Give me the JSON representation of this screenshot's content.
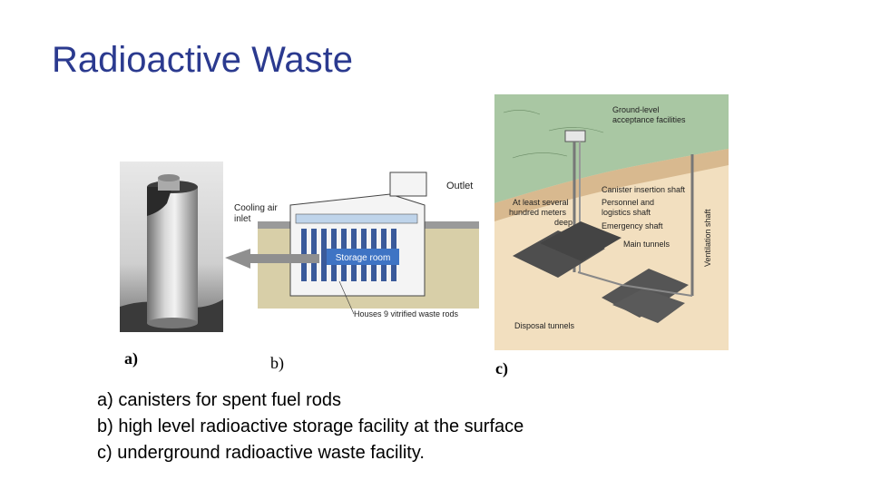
{
  "slide": {
    "title": "Radioactive Waste"
  },
  "figures": {
    "a": {
      "letter": "a)"
    },
    "b": {
      "letter": "b)",
      "labels": {
        "outlet": "Outlet",
        "cooling_air": "Cooling air",
        "inlet": "inlet",
        "storage_room": "Storage room",
        "houses": "Houses 9 vitrified waste rods"
      }
    },
    "c": {
      "letter": "c)",
      "labels": {
        "ground_level": "Ground-level",
        "acceptance": "acceptance facilities",
        "at_least": "At least several",
        "hundred_meters": "hundred meters",
        "deep": "deep",
        "canister_shaft": "Canister insertion shaft",
        "personnel": "Personnel and",
        "logistics": "logistics shaft",
        "emergency": "Emergency shaft",
        "main_tunnels": "Main tunnels",
        "ventilation": "Ventilation shaft",
        "disposal": "Disposal tunnels"
      }
    }
  },
  "captions": [
    "a) canisters for spent fuel rods",
    "b) high level radioactive storage facility at the surface",
    "c) underground radioactive waste facility."
  ]
}
